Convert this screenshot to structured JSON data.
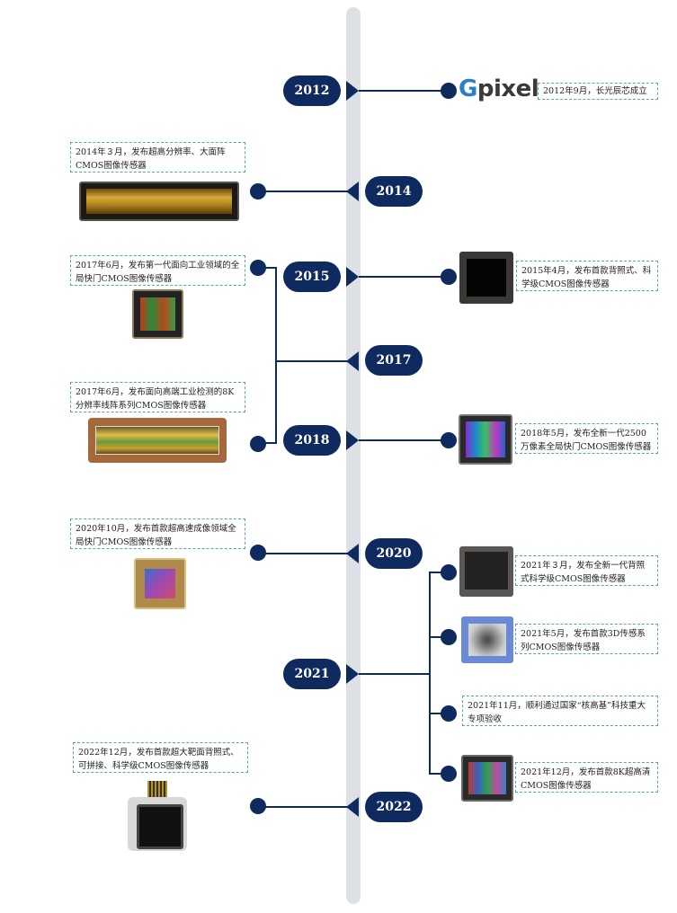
{
  "logo": {
    "prefix": "G",
    "rest": "pixel"
  },
  "years": {
    "y2012": "2012",
    "y2014": "2014",
    "y2015": "2015",
    "y2017": "2017",
    "y2018": "2018",
    "y2020": "2020",
    "y2021": "2021",
    "y2022": "2022"
  },
  "events": {
    "e2012_09": "2012年9月，长光辰芯成立",
    "e2014_03": "2014年３月，发布超高分辨率、大面阵CMOS图像传感器",
    "e2015_04": "2015年4月，发布首款背照式、科学级CMOS图像传感器",
    "e2017_06_a": "2017年6月，发布第一代面向工业领域的全局快门CMOS图像传感器",
    "e2017_06_b": "2017年6月，发布面向高端工业检测的8K分辨率线阵系列CMOS图像传感器",
    "e2018_05": "2018年5月，发布全新一代2500万像素全局快门CMOS图像传感器",
    "e2020_10": "2020年10月，发布首款超高速成像领域全局快门CMOS图像传感器",
    "e2021_03": "2021年３月，发布全新一代背照式科学级CMOS图像传感器",
    "e2021_05": "2021年5月，发布首款3D传感系列CMOS图像传感器",
    "e2021_11": "2021年11月，顺利通过国家“核高基”科技重大专项验收",
    "e2021_12": "2021年12月，发布首款8K超高清CMOS图像传感器",
    "e2022_12": "2022年12月，发布首款超大靶面背照式、可拼接、科学级CMOS图像传感器"
  },
  "colors": {
    "navy": "#0f2a5e",
    "spine": "#dde1e6",
    "border": "#5aa0c8",
    "logo_blue": "#2a7fc9"
  }
}
